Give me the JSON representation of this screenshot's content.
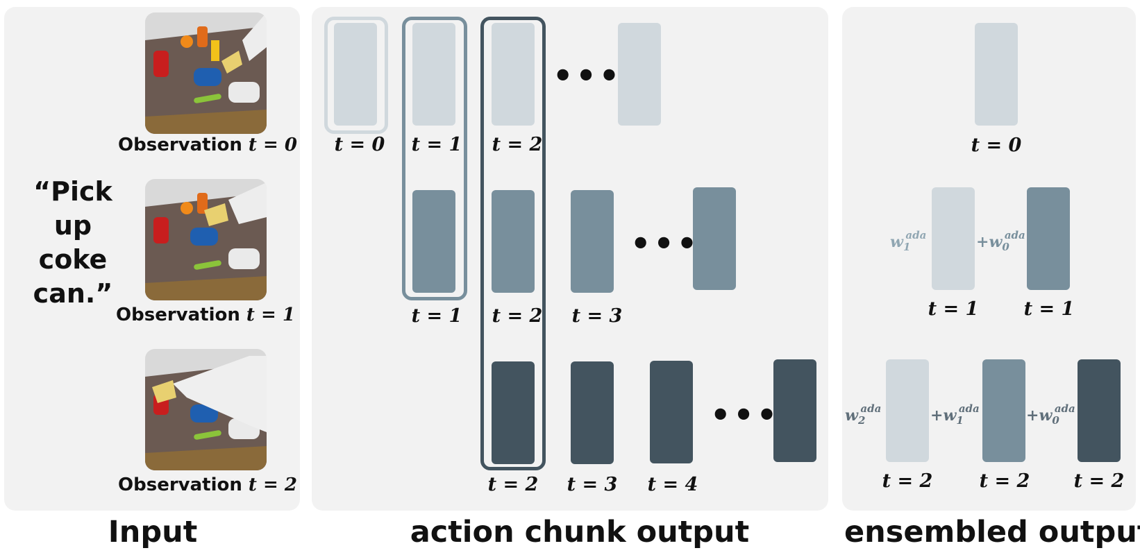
{
  "input": {
    "instruction": "“Pick up coke can.”",
    "observations": [
      {
        "label": "Observation",
        "time": "t = 0"
      },
      {
        "label": "Observation",
        "time": "t = 1"
      },
      {
        "label": "Observation",
        "time": "t = 2"
      }
    ]
  },
  "action_chunk": {
    "row0": {
      "labels": [
        "t = 0",
        "t = 1",
        "t = 2"
      ],
      "ellipsis": "•••"
    },
    "row1": {
      "labels": [
        "t = 1",
        "t = 2",
        "t = 3"
      ],
      "ellipsis": "•••"
    },
    "row2": {
      "labels": [
        "t = 2",
        "t = 3",
        "t = 4"
      ],
      "ellipsis": "•••"
    }
  },
  "ensembled": {
    "row0": {
      "labels": [
        "t = 0"
      ]
    },
    "row1": {
      "weights": [
        {
          "prefix": "",
          "w": "w",
          "sub": "1",
          "sup": "ada"
        },
        {
          "prefix": "+",
          "w": "w",
          "sub": "0",
          "sup": "ada"
        }
      ],
      "labels": [
        "t = 1",
        "t = 1"
      ]
    },
    "row2": {
      "weights": [
        {
          "prefix": "",
          "w": "w",
          "sub": "2",
          "sup": "ada"
        },
        {
          "prefix": "+",
          "w": "w",
          "sub": "1",
          "sup": "ada"
        },
        {
          "prefix": "+",
          "w": "w",
          "sub": "0",
          "sup": "ada"
        }
      ],
      "labels": [
        "t = 2",
        "t = 2",
        "t = 2"
      ]
    }
  },
  "titles": {
    "input": "Input",
    "action_chunk": "action chunk output",
    "ensembled": "ensembled output"
  },
  "colors": {
    "light": "#d0d8dd",
    "mid": "#788f9c",
    "dark": "#43545f",
    "panel": "#f2f2f2"
  }
}
